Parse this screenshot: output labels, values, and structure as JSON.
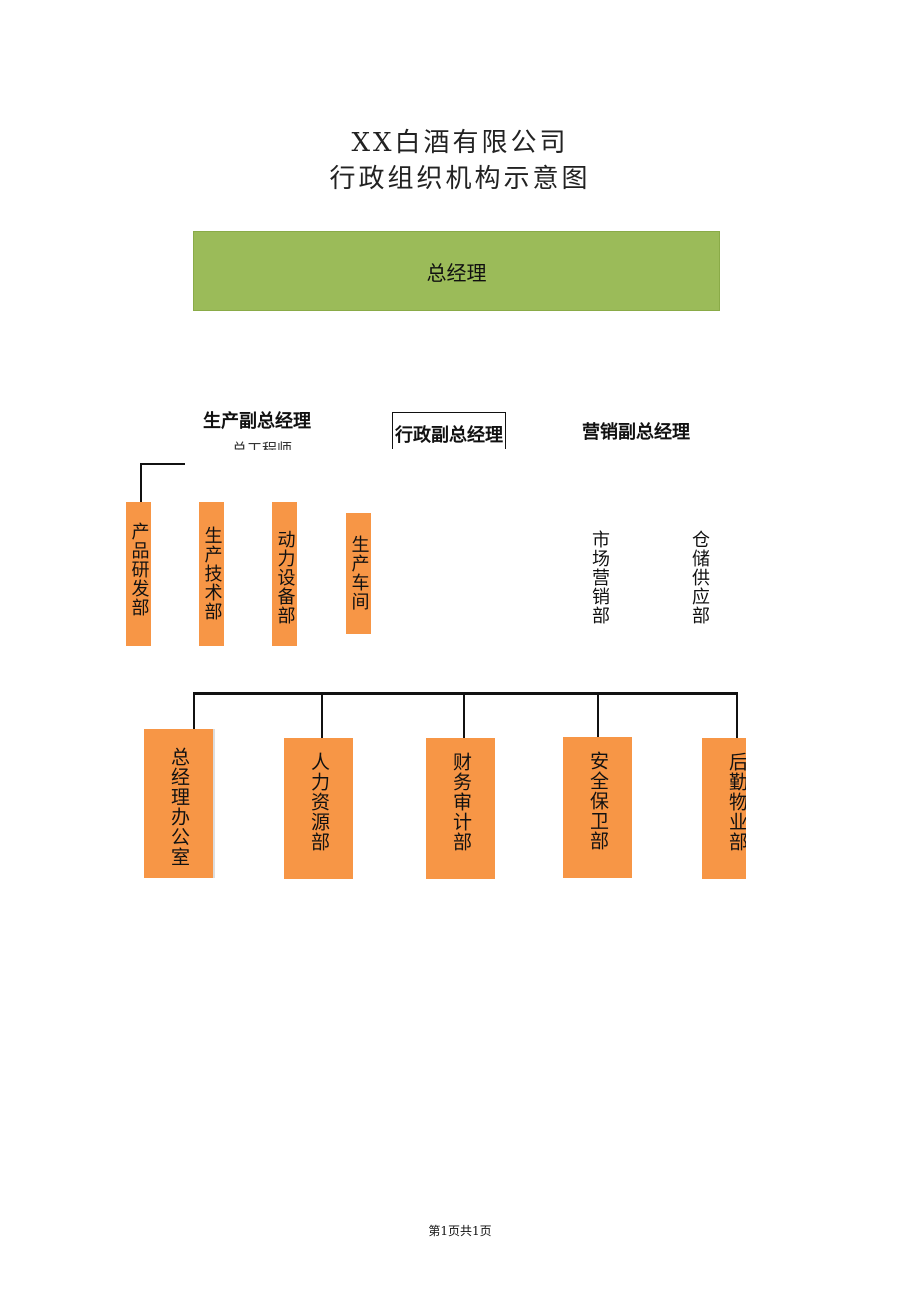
{
  "title": {
    "line1": "XX白酒有限公司",
    "line2": "行政组织机构示意图"
  },
  "general_manager": "总经理",
  "vice_managers": {
    "production": "生产副总经理",
    "chief_engineer": "总工程师",
    "administration": "行政副总经理",
    "marketing": "营销副总经理"
  },
  "production_departments": [
    "产品研发部",
    "生产技术部",
    "动力设备部",
    "生产车间"
  ],
  "marketing_departments": [
    "市场营销部",
    "仓储供应部"
  ],
  "admin_departments": [
    "总经理办公室",
    "人力资源部",
    "财务审计部",
    "安全保卫部",
    "后勤物业部"
  ],
  "footer": "第1页共1页",
  "colors": {
    "general_manager": "#9bbb59",
    "department": "#f79646"
  }
}
